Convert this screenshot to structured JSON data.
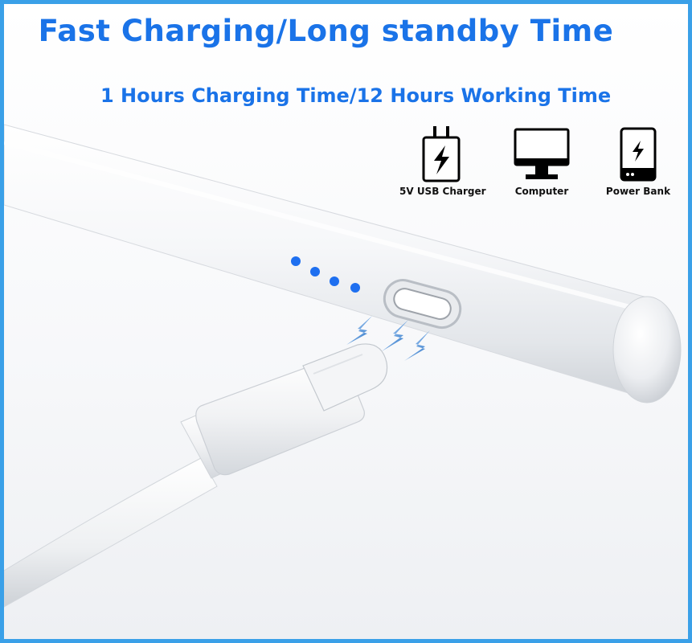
{
  "title": "Fast Charging/Long standby Time",
  "subtitle": "1 Hours Charging Time/12 Hours Working Time",
  "charging_sources": [
    {
      "label": "5V USB Charger",
      "icon": "usb-charger-icon"
    },
    {
      "label": "Computer",
      "icon": "computer-monitor-icon"
    },
    {
      "label": "Power Bank",
      "icon": "power-bank-icon"
    }
  ],
  "indicator_lights": 4,
  "colors": {
    "accent": "#1a73e8",
    "border": "#3aa0e8",
    "indicator": "#1e6ff0",
    "bolt": "#1565c0"
  }
}
